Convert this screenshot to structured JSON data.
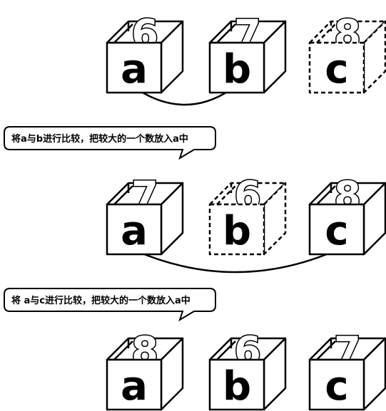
{
  "steps": [
    {
      "boxes": [
        {
          "letter": "a",
          "digit": "6",
          "dashed": false
        },
        {
          "letter": "b",
          "digit": "7",
          "dashed": false
        },
        {
          "letter": "c",
          "digit": "8",
          "dashed": true
        }
      ]
    },
    {
      "caption": "将a与b进行比较，把较大的一个数放入a中",
      "boxes": [
        {
          "letter": "a",
          "digit": "7",
          "dashed": false
        },
        {
          "letter": "b",
          "digit": "6",
          "dashed": true
        },
        {
          "letter": "c",
          "digit": "8",
          "dashed": false
        }
      ]
    },
    {
      "caption": "将 a与c进行比较，把较大的一个数放入a中",
      "boxes": [
        {
          "letter": "a",
          "digit": "8",
          "dashed": false
        },
        {
          "letter": "b",
          "digit": "6",
          "dashed": false
        },
        {
          "letter": "c",
          "digit": "7",
          "dashed": false
        }
      ]
    }
  ]
}
